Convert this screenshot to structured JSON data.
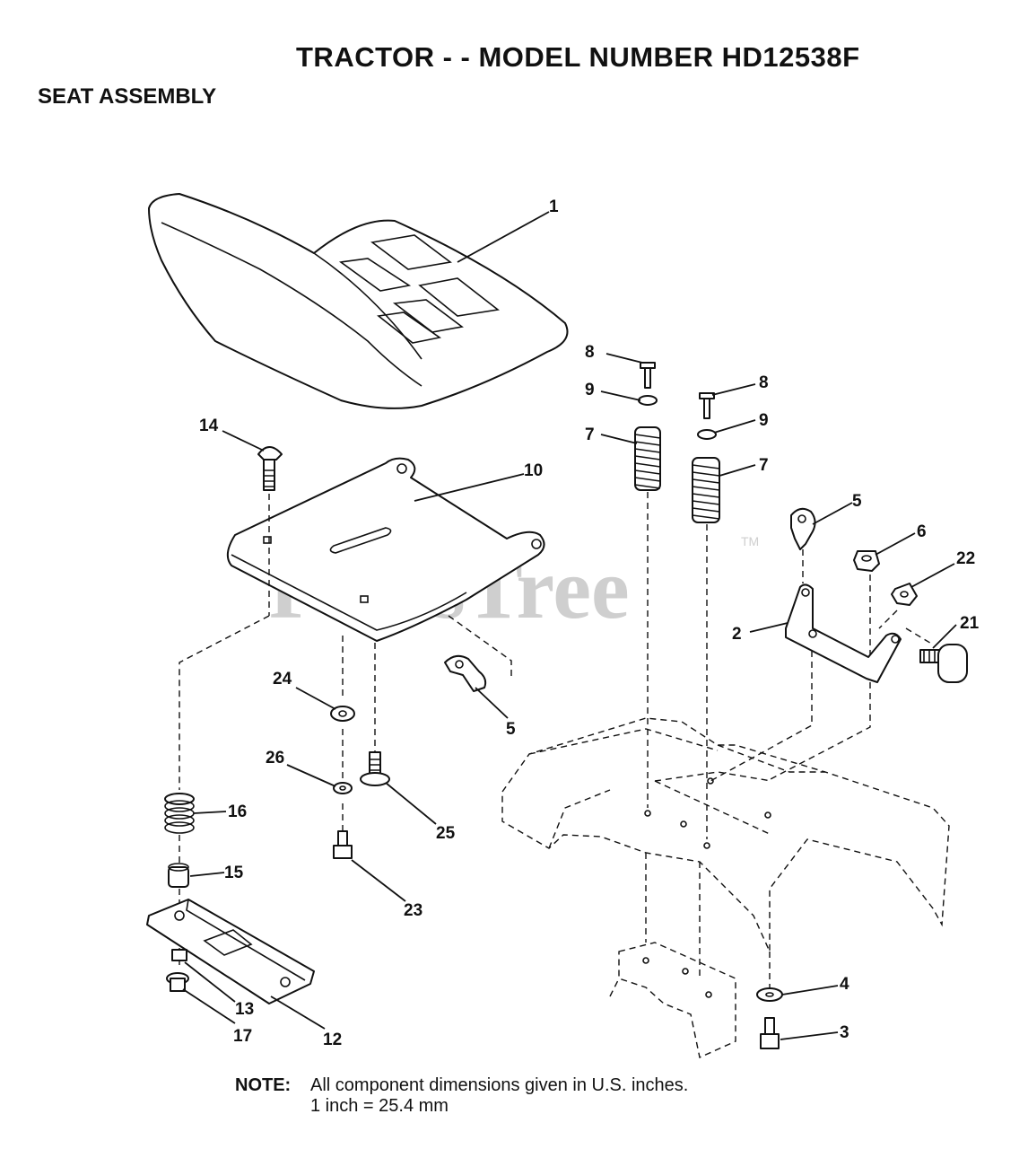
{
  "header": {
    "title": "TRACTOR - - MODEL NUMBER HD12538F",
    "section": "SEAT ASSEMBLY"
  },
  "watermark": {
    "text": "PartsTree",
    "mark": "TM"
  },
  "callouts": [
    "1",
    "14",
    "10",
    "8",
    "9",
    "7",
    "8",
    "9",
    "7",
    "5",
    "6",
    "22",
    "2",
    "21",
    "24",
    "5",
    "26",
    "25",
    "16",
    "15",
    "23",
    "13",
    "17",
    "12",
    "4",
    "3"
  ],
  "note": {
    "label": "NOTE:",
    "line1": "All component dimensions given in U.S. inches.",
    "line2": "1 inch = 25.4 mm"
  }
}
